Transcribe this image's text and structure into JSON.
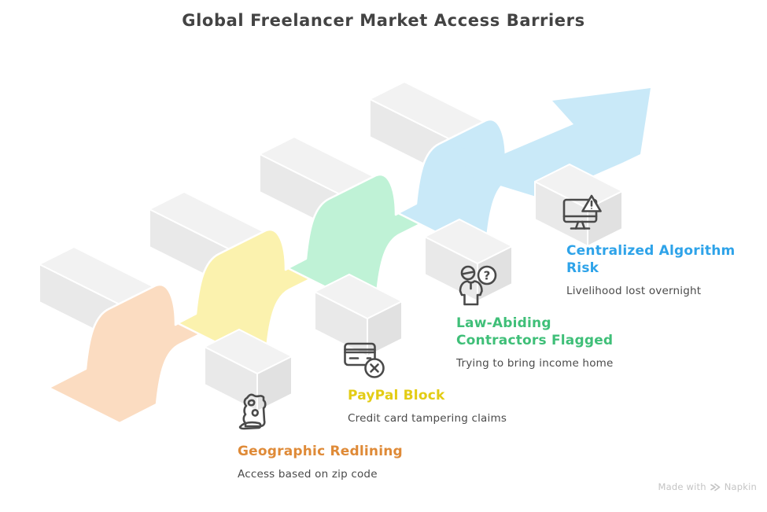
{
  "title": "Global Freelancer Market Access Barriers",
  "colors": {
    "background": "#FFFFFF",
    "title_text": "#434343",
    "body_text": "#4A4A4A",
    "icon_stroke": "#4A4A4A",
    "bar_top": "#F2F2F2",
    "bar_front": "#E9E9E9",
    "bar_cap": "#E1E1E1",
    "seam": "#FFFFFF",
    "arrow_fill": "#C9E9F8",
    "watermark_text": "#C4C4C4"
  },
  "steps": [
    {
      "label": "Geographic Redlining",
      "description": "Access based on zip code",
      "label_color": "#DF8A37",
      "ribbon_color": "#FBDCC1",
      "icon": "map-scroll-icon"
    },
    {
      "label": "PayPal Block",
      "description": "Credit card tampering claims",
      "label_color": "#E3CC14",
      "ribbon_color": "#FBF2AE",
      "icon": "blocked-credit-card-icon"
    },
    {
      "label": "Law-Abiding Contractors Flagged",
      "description": "Trying to bring income home",
      "label_color": "#3FBF78",
      "ribbon_color": "#BFF2D6",
      "icon": "unknown-person-icon"
    },
    {
      "label": "Centralized Algorithm Risk",
      "description": "Livelihood lost overnight",
      "label_color": "#2EA3E9",
      "ribbon_color": "#C9E9F8",
      "icon": "monitor-warning-icon"
    }
  ],
  "watermark": {
    "prefix": "Made with",
    "brand": "Napkin"
  }
}
